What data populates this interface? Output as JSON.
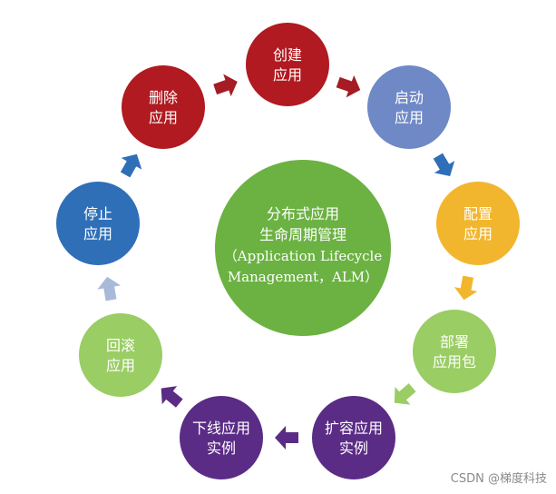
{
  "diagram": {
    "center": {
      "lines": [
        "分布式应用",
        "生命周期管理",
        "（Application Lifecycle",
        "Management，ALM）"
      ],
      "color": "#6bb242"
    },
    "stages": [
      {
        "id": "create",
        "lines": [
          "创建",
          "应用"
        ],
        "color": "#b01a20"
      },
      {
        "id": "start",
        "lines": [
          "启动",
          "应用"
        ],
        "color": "#6f88c6"
      },
      {
        "id": "configure",
        "lines": [
          "配置",
          "应用"
        ],
        "color": "#f2b62e"
      },
      {
        "id": "deploy",
        "lines": [
          "部署",
          "应用包"
        ],
        "color": "#9acd64"
      },
      {
        "id": "scale",
        "lines": [
          "扩容应用",
          "实例"
        ],
        "color": "#5b2c86"
      },
      {
        "id": "offline",
        "lines": [
          "下线应用",
          "实例"
        ],
        "color": "#5b2c86"
      },
      {
        "id": "rollback",
        "lines": [
          "回滚",
          "应用"
        ],
        "color": "#9acd64"
      },
      {
        "id": "stop",
        "lines": [
          "停止",
          "应用"
        ],
        "color": "#2f6fb8"
      },
      {
        "id": "delete",
        "lines": [
          "删除",
          "应用"
        ],
        "color": "#b01a20"
      }
    ],
    "arrows": [
      {
        "from": "delete",
        "to": "create",
        "color": "#a51c24"
      },
      {
        "from": "create",
        "to": "start",
        "color": "#a51c24"
      },
      {
        "from": "start",
        "to": "configure",
        "color": "#2f6fb8"
      },
      {
        "from": "configure",
        "to": "deploy",
        "color": "#f2b62e"
      },
      {
        "from": "deploy",
        "to": "scale",
        "color": "#9acd64"
      },
      {
        "from": "scale",
        "to": "offline",
        "color": "#5b2c86"
      },
      {
        "from": "offline",
        "to": "rollback",
        "color": "#5b2c86"
      },
      {
        "from": "rollback",
        "to": "stop",
        "color": "#a9b9d9"
      },
      {
        "from": "stop",
        "to": "delete",
        "color": "#2f6fb8"
      }
    ]
  },
  "watermark": "CSDN @梯度科技"
}
